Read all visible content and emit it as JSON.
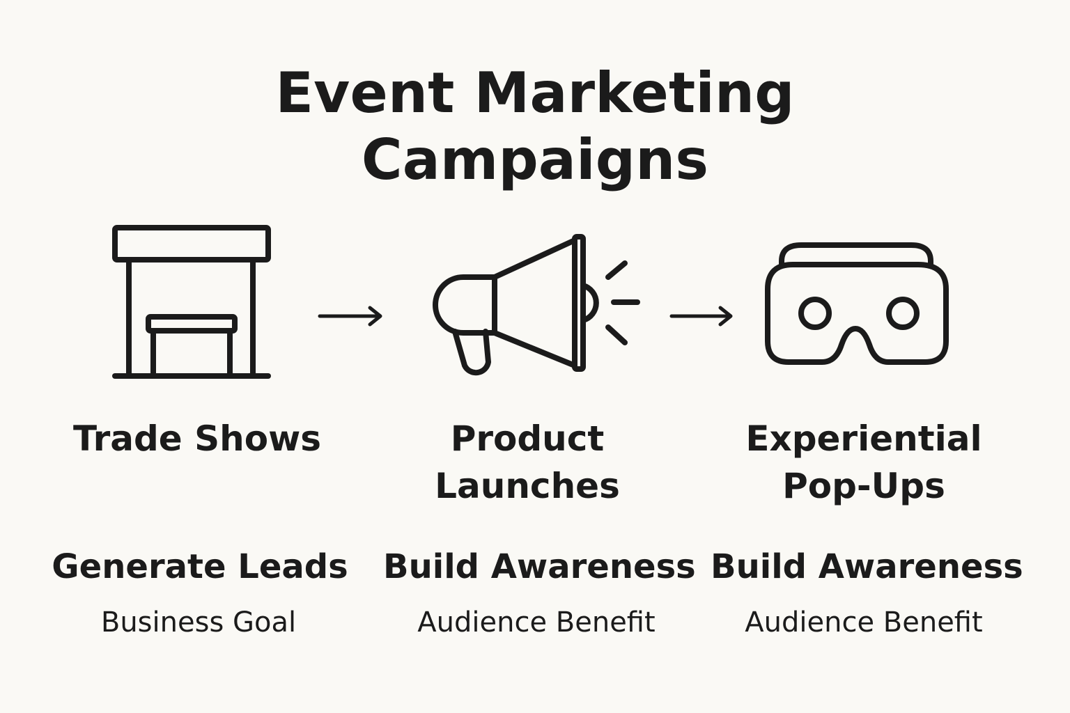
{
  "title": {
    "line1": "Event Marketing",
    "line2": "Campaigns"
  },
  "steps": [
    {
      "icon": "trade-booth-icon",
      "label_lines": [
        "Trade Shows"
      ],
      "goal": "Generate Leads",
      "category": "Business Goal"
    },
    {
      "icon": "megaphone-icon",
      "label_lines": [
        "Product",
        "Launches"
      ],
      "goal": "Build Awareness",
      "category": "Audience Benefit"
    },
    {
      "icon": "vr-headset-icon",
      "label_lines": [
        "Experiential",
        "Pop-Ups"
      ],
      "goal": "Build Awareness",
      "category": "Audience Benefit"
    }
  ],
  "connectors": [
    "arrow-right-icon",
    "arrow-right-icon"
  ],
  "colors": {
    "background": "#faf9f5",
    "ink": "#1b1b1b"
  }
}
